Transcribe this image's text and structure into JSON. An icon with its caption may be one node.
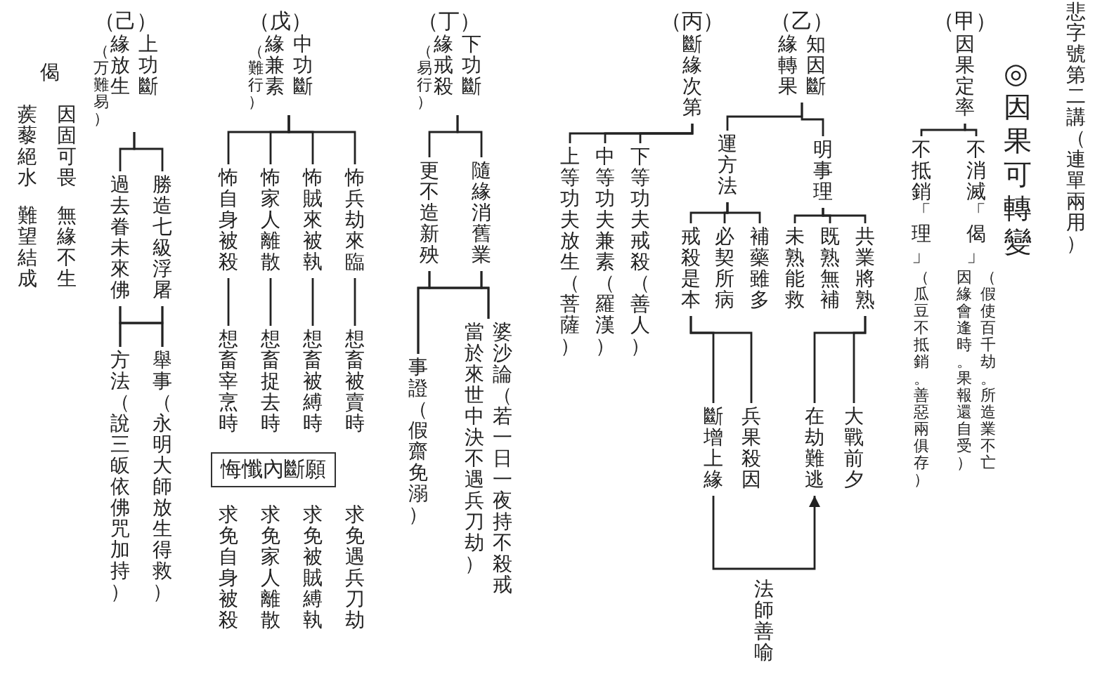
{
  "diagram": {
    "title": "◎因果可轉變",
    "nodes": [
      {
        "text": [
          "（甲）",
          "因果定率"
        ]
      },
      {
        "text": [
          "不消滅「偈」"
        ],
        "beside": [
          "（假使百千劫。所造業不亡因緣會逢時。果報還自受）"
        ]
      },
      {
        "text": [
          "不抵銷「理」"
        ],
        "beside": [
          "（瓜豆不抵銷。善惡兩俱存）"
        ]
      },
      {
        "text": [
          "（乙）",
          "知因斷緣轉果"
        ]
      },
      {
        "text": [
          "明事理"
        ]
      },
      {
        "text": [
          "共業將熟"
        ]
      },
      {
        "text": [
          "既熟無補"
        ]
      },
      {
        "text": [
          "未熟能救"
        ]
      },
      {
        "text": [
          "大戰前夕"
        ]
      },
      {
        "text": [
          "在劫難逃"
        ]
      },
      {
        "text": [
          "運方法"
        ]
      },
      {
        "text": [
          "補藥雖多"
        ]
      },
      {
        "text": [
          "必契所病"
        ]
      },
      {
        "text": [
          "戒殺是本"
        ]
      },
      {
        "text": [
          "兵果殺因"
        ]
      },
      {
        "text": [
          "斷增上緣"
        ]
      },
      {
        "text": [
          "（丙）",
          "斷緣次第"
        ]
      },
      {
        "text": [
          "下等功夫戒殺（善人）"
        ]
      },
      {
        "text": [
          "中等功夫兼素（羅漢）"
        ]
      },
      {
        "text": [
          "上等功夫放生（菩薩）"
        ]
      },
      {
        "text": [
          "（丁）",
          "下功斷緣戒殺"
        ],
        "beside": [
          "（易行）"
        ]
      },
      {
        "text": [
          "隨緣消舊業"
        ]
      },
      {
        "text": [
          "更不造新殃"
        ]
      },
      {
        "text": [
          "婆沙論（若一日一夜持不殺戒當於來世中決不遇兵刀劫）"
        ]
      },
      {
        "text": [
          "事證（假齋免溺）"
        ]
      },
      {
        "text": [
          "（戊）",
          "中功斷緣兼素"
        ],
        "beside": [
          "（難行）"
        ]
      },
      {
        "text": [
          "怖兵劫來臨"
        ]
      },
      {
        "text": [
          "怖賊來被執"
        ]
      },
      {
        "text": [
          "怖家人離散"
        ]
      },
      {
        "text": [
          "怖自身被殺"
        ]
      },
      {
        "text": [
          "想畜被賣時"
        ]
      },
      {
        "text": [
          "想畜被縛時"
        ]
      },
      {
        "text": [
          "想畜捉去時"
        ]
      },
      {
        "text": [
          "想畜宰烹時"
        ]
      },
      {
        "text": [
          "悔懺內斷願"
        ]
      },
      {
        "text": [
          "（己）",
          "上功斷緣放生"
        ],
        "beside": [
          "（万難易）"
        ]
      },
      {
        "text": [
          "勝造七級浮屠"
        ]
      },
      {
        "text": [
          "過去眷未來佛"
        ]
      },
      {
        "text": [
          "舉事（永明大師放生得救）"
        ]
      },
      {
        "text": [
          "方法（說三皈依佛咒加持）"
        ]
      }
    ],
    "edges": [
      {
        "from": 0,
        "to": 1,
        "arrow": "none"
      },
      {
        "from": 0,
        "to": 2,
        "arrow": "none"
      },
      {
        "from": 3,
        "to": 4,
        "arrow": "none"
      },
      {
        "from": 3,
        "to": 10,
        "arrow": "none"
      },
      {
        "from": 4,
        "to": 5,
        "arrow": "none"
      },
      {
        "from": 4,
        "to": 6,
        "arrow": "none"
      },
      {
        "from": 4,
        "to": 7,
        "arrow": "none"
      },
      {
        "from": 5,
        "to": 8,
        "arrow": "none"
      },
      {
        "from": 5,
        "to": 9,
        "arrow": "none"
      },
      {
        "from": 10,
        "to": 11,
        "arrow": "none"
      },
      {
        "from": 10,
        "to": 12,
        "arrow": "none"
      },
      {
        "from": 10,
        "to": 13,
        "arrow": "none"
      },
      {
        "from": 13,
        "to": 14,
        "arrow": "none"
      },
      {
        "from": 13,
        "to": 15,
        "arrow": "none"
      },
      {
        "from": 15,
        "to": 9,
        "arrow": "to",
        "label": "法師善喻"
      },
      {
        "from": 16,
        "to": 17,
        "arrow": "none"
      },
      {
        "from": 16,
        "to": 18,
        "arrow": "none"
      },
      {
        "from": 16,
        "to": 19,
        "arrow": "none"
      },
      {
        "from": 20,
        "to": 21,
        "arrow": "none"
      },
      {
        "from": 20,
        "to": 22,
        "arrow": "none"
      },
      {
        "from": 21,
        "to": 23,
        "arrow": "none"
      },
      {
        "from": 21,
        "to": 24,
        "arrow": "none"
      },
      {
        "from": 22,
        "to": 23,
        "arrow": "none"
      },
      {
        "from": 22,
        "to": 24,
        "arrow": "none"
      },
      {
        "from": 25,
        "to": 26,
        "arrow": "none"
      },
      {
        "from": 25,
        "to": 27,
        "arrow": "none"
      },
      {
        "from": 25,
        "to": 28,
        "arrow": "none"
      },
      {
        "from": 25,
        "to": 29,
        "arrow": "none"
      },
      {
        "from": 26,
        "to": 30,
        "arrow": "none"
      },
      {
        "from": 27,
        "to": 31,
        "arrow": "none"
      },
      {
        "from": 28,
        "to": 32,
        "arrow": "none"
      },
      {
        "from": 29,
        "to": 33,
        "arrow": "none"
      },
      {
        "from": 35,
        "to": 36,
        "arrow": "none"
      },
      {
        "from": 35,
        "to": 37,
        "arrow": "none"
      },
      {
        "from": 36,
        "to": 38,
        "arrow": "none"
      },
      {
        "from": 36,
        "to": 39,
        "arrow": "none"
      },
      {
        "from": 37,
        "to": 38,
        "arrow": "none"
      },
      {
        "from": 37,
        "to": 39,
        "arrow": "none"
      }
    ],
    "labels": [
      "悲字號第二講（連單兩用）",
      "求免遇兵刀劫",
      "求免被賊縛執",
      "求免家人離散",
      "求免自身被殺",
      "偈",
      "因固可畏",
      "無緣不生",
      "蒺藜絕水",
      "難望結成"
    ]
  }
}
